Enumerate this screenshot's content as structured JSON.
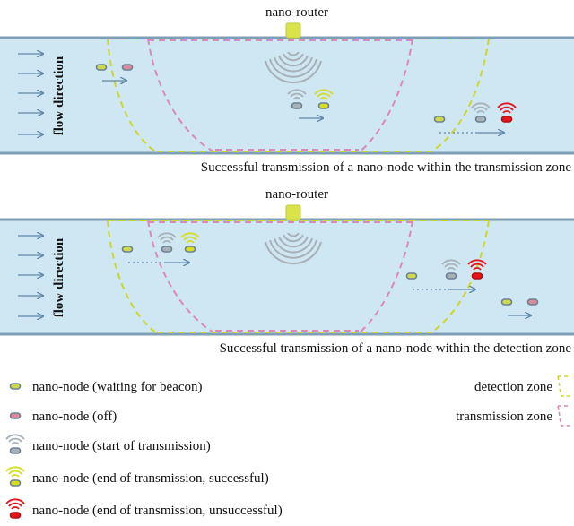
{
  "panel_top": {
    "router_label": "nano-router",
    "flow_label": "flow direction",
    "caption": "Successful transmission of a nano-node within the transmission zone"
  },
  "panel_bottom": {
    "router_label": "nano-router",
    "flow_label": "flow direction",
    "caption": "Successful transmission of a nano-node within the detection zone"
  },
  "legend": {
    "waiting": "nano-node (waiting for beacon)",
    "off": "nano-node (off)",
    "start": "nano-node (start of transmission)",
    "success": "nano-node (end of transmission, successful)",
    "fail": "nano-node (end of transmission, unsuccessful)",
    "detection_zone": "detection zone",
    "transmission_zone": "transmission zone"
  },
  "colors": {
    "vessel_fill": "#cfe6f3",
    "vessel_wall": "#7f9fb6",
    "detection_zone": "#cdd62a",
    "transmission_zone": "#d98bb5",
    "router": "#dbe34a",
    "waiting_fill": "#cdd84a",
    "off_fill": "#d98b9c",
    "node_outline": "#6b8194",
    "signal_gray": "#a9b1b8",
    "signal_success": "#d6dd25",
    "signal_fail": "#e8141c",
    "arrow": "#5f88a8"
  }
}
